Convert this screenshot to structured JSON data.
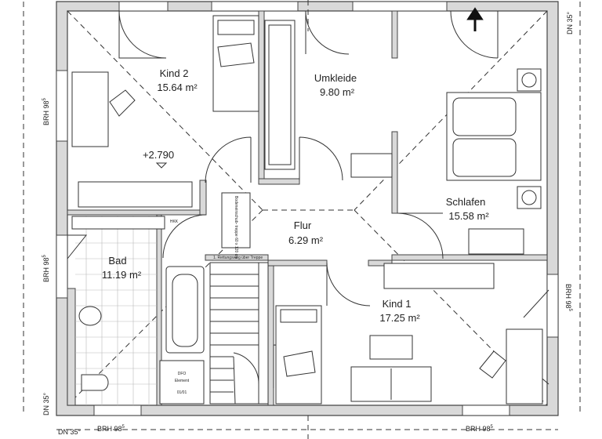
{
  "rooms": {
    "kind2": {
      "name": "Kind 2",
      "area": "15.64 m²"
    },
    "umkleide": {
      "name": "Umkleide",
      "area": "9.80 m²"
    },
    "schlafen": {
      "name": "Schlafen",
      "area": "15.58 m²"
    },
    "flur": {
      "name": "Flur",
      "area": "6.29 m²"
    },
    "bad": {
      "name": "Bad",
      "area": "11.19 m²"
    },
    "kind1": {
      "name": "Kind 1",
      "area": "17.25 m²"
    }
  },
  "level_mark": "+2.790",
  "brh": {
    "left_top": "BRH 98",
    "left_bottom": "BRH 98",
    "bottom_left": "BRH 98",
    "bottom_right": "BRH 98",
    "right": "BRH 98",
    "sup": "5"
  },
  "dn": {
    "top_right": "DN 35°",
    "bottom_left_vertical": "DN 35°",
    "bottom_left_horizontal": "DN 35°"
  },
  "notes": {
    "stair_route": "1. Rettungsweg über Treppe",
    "attic_hatch": "Bodeneinschub- treppe 60 x 120 cm",
    "dfo_line1": "DFO",
    "dfo_line2": "Element",
    "dfo_line3": "01/01",
    "hwr": "HKK"
  }
}
